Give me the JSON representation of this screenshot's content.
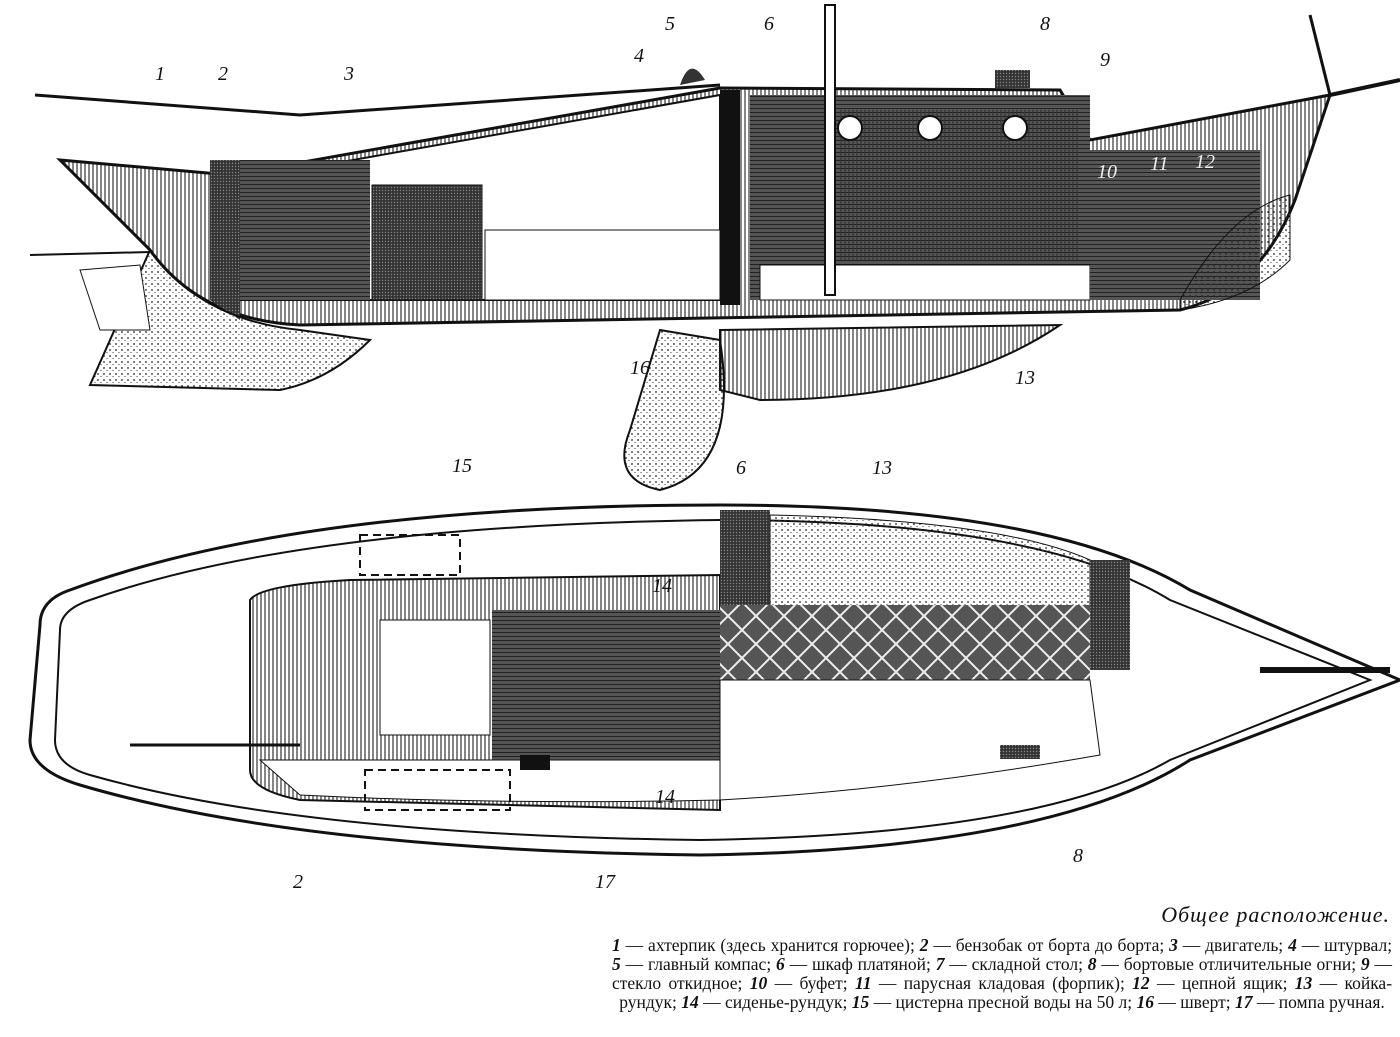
{
  "side_view_labels": [
    "1",
    "2",
    "3",
    "4",
    "5",
    "6",
    "8",
    "9",
    "10",
    "11",
    "12",
    "13",
    "16"
  ],
  "plan_view_labels": [
    "15",
    "6",
    "13",
    "14",
    "14",
    "2",
    "17",
    "8"
  ],
  "caption_title": "Общее расположение.",
  "legend": [
    {
      "num": "1",
      "text": "ахтерпик (здесь хранится горючее);"
    },
    {
      "num": "2",
      "text": "бензобак от борта до борта;"
    },
    {
      "num": "3",
      "text": "двигатель;"
    },
    {
      "num": "4",
      "text": "штурвал;"
    },
    {
      "num": "5",
      "text": "главный компас;"
    },
    {
      "num": "6",
      "text": "шкаф платяной;"
    },
    {
      "num": "7",
      "text": "складной стол;"
    },
    {
      "num": "8",
      "text": "бортовые отличительные огни;"
    },
    {
      "num": "9",
      "text": "стекло откидное;"
    },
    {
      "num": "10",
      "text": "буфет;"
    },
    {
      "num": "11",
      "text": "парусная кладовая (форпик);"
    },
    {
      "num": "12",
      "text": "цепной ящик;"
    },
    {
      "num": "13",
      "text": "койка-рундук;"
    },
    {
      "num": "14",
      "text": "сиденье-рундук;"
    },
    {
      "num": "15",
      "text": "цистерна пресной воды на 50 л;"
    },
    {
      "num": "16",
      "text": "шверт;"
    },
    {
      "num": "17",
      "text": "помпа ручная."
    }
  ]
}
